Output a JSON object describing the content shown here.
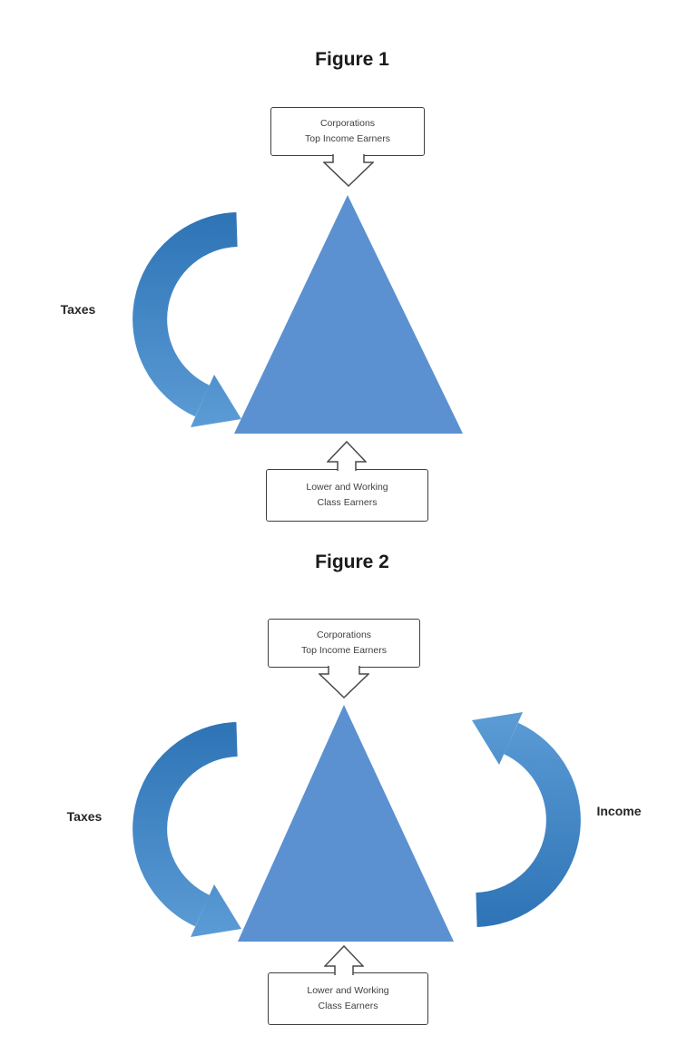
{
  "colors": {
    "pyramid_fill": "#5b91d1",
    "arrow_gradient_dark": "#2e74b6",
    "arrow_gradient_light": "#5b9bd5",
    "box_border": "#3f3f3f",
    "box_text": "#3f3f3f",
    "title_text": "#1a1a1a"
  },
  "figure1": {
    "title": "Figure 1",
    "top_box": {
      "line1": "Corporations",
      "line2": "Top Income Earners"
    },
    "left_label": "Taxes",
    "bottom_box": {
      "line1": "Lower and Working",
      "line2": "Class Earners"
    }
  },
  "figure2": {
    "title": "Figure 2",
    "top_box": {
      "line1": "Corporations",
      "line2": "Top Income Earners"
    },
    "left_label": "Taxes",
    "right_label": "Income",
    "bottom_box": {
      "line1": "Lower and Working",
      "line2": "Class Earners"
    }
  }
}
